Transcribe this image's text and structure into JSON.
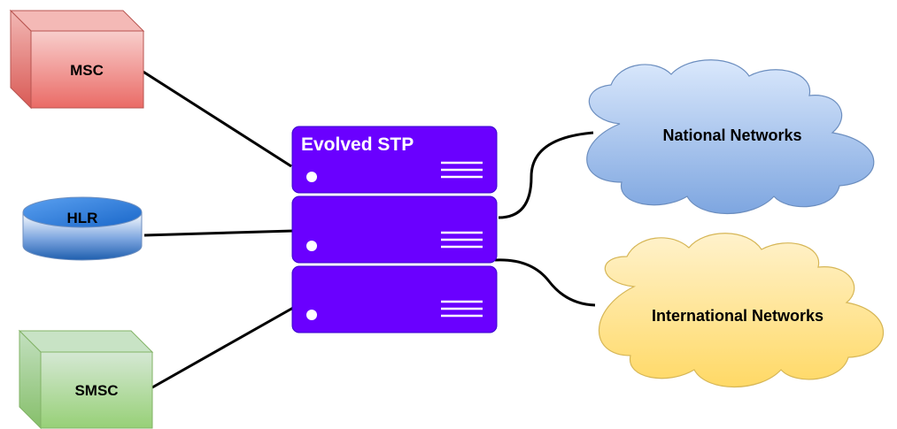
{
  "nodes": {
    "msc": {
      "label": "MSC",
      "fill": "#f8cecc",
      "stroke": "#b85450"
    },
    "hlr": {
      "label": "HLR"
    },
    "smsc": {
      "label": "SMSC",
      "fill": "#d5e8d4",
      "stroke": "#82b366"
    },
    "stp": {
      "label": "Evolved STP",
      "color": "#6a00ff"
    },
    "national": {
      "label": "National Networks",
      "fill": "#dae8fc",
      "stroke": "#6c8ebf"
    },
    "international": {
      "label": "International Networks",
      "fill": "#fff2cc",
      "stroke": "#d6b656"
    }
  },
  "connections": [
    {
      "from": "MSC",
      "to": "Evolved STP"
    },
    {
      "from": "HLR",
      "to": "Evolved STP"
    },
    {
      "from": "SMSC",
      "to": "Evolved STP"
    },
    {
      "from": "Evolved STP",
      "to": "National Networks"
    },
    {
      "from": "Evolved STP",
      "to": "International Networks"
    }
  ]
}
